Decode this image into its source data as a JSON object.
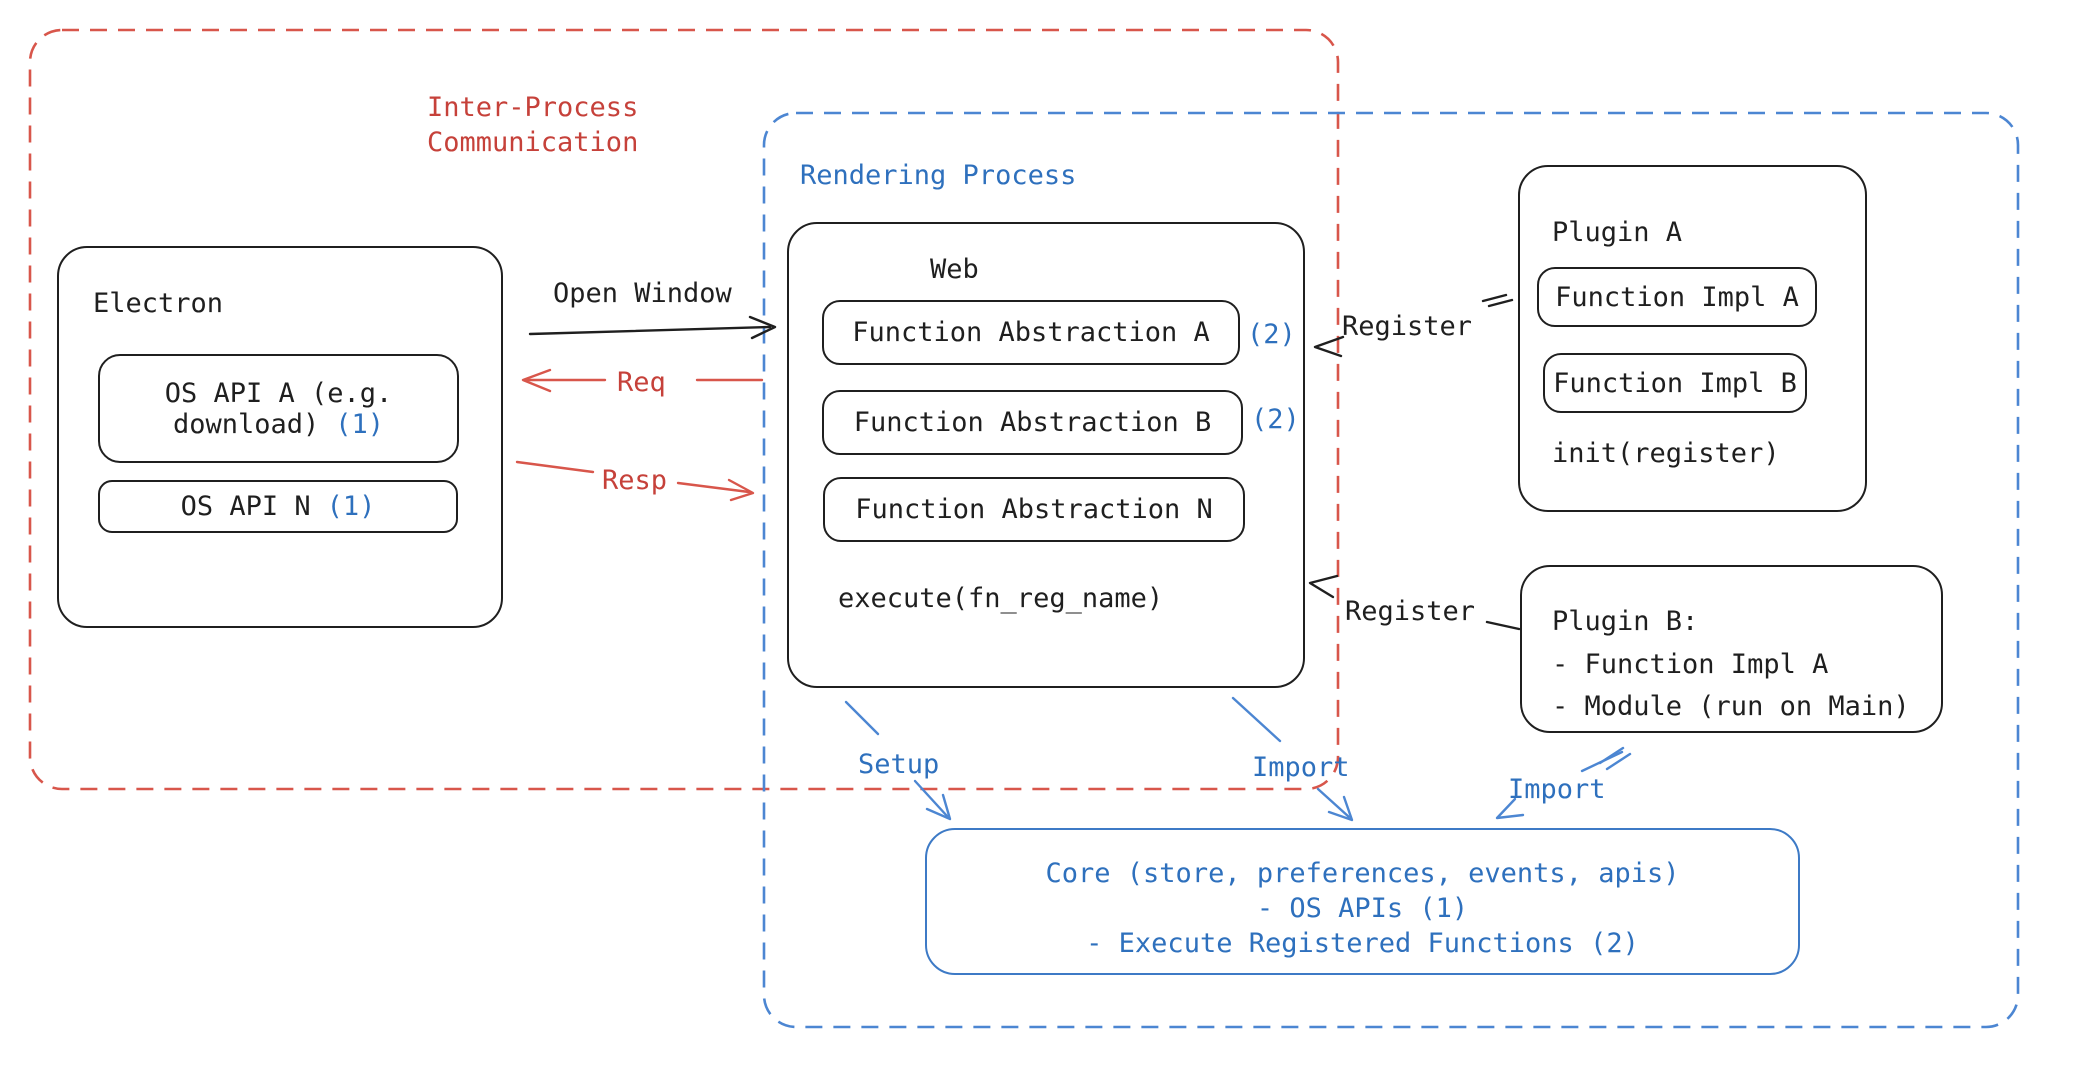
{
  "colors": {
    "ink": "#1f1f1f",
    "red": "#d8564b",
    "red_text": "#c6413a",
    "blue": "#4c86d2",
    "blue_text": "#2e70bd",
    "core_border": "#3d7ac6",
    "background": "#ffffff"
  },
  "ipc": {
    "line1": "Inter-Process",
    "line2": "Communication"
  },
  "rendering": {
    "label": "Rendering Process"
  },
  "electron": {
    "title": "Electron",
    "os_api_a_line1": "OS API A (e.g.",
    "os_api_a_line2": "download)",
    "os_api_a_badge": "(1)",
    "os_api_n_label": "OS API N",
    "os_api_n_badge": "(1)"
  },
  "arrows": {
    "open_window": "Open Window",
    "req": "Req",
    "resp": "Resp",
    "register_a": "Register",
    "register_b": "Register",
    "setup": "Setup",
    "import_web": "Import",
    "import_plugin": "Import"
  },
  "web": {
    "title": "Web",
    "fa_a": "Function Abstraction A",
    "fa_a_badge": "(2)",
    "fa_b": "Function Abstraction B",
    "fa_b_badge": "(2)",
    "fa_n": "Function Abstraction N",
    "execute": "execute(fn_reg_name)"
  },
  "plugin_a": {
    "title": "Plugin A",
    "impl_a": "Function Impl A",
    "impl_b": "Function Impl B",
    "init": "init(register)"
  },
  "plugin_b": {
    "line1": "Plugin B:",
    "line2": "- Function Impl A",
    "line3": "- Module (run on Main)"
  },
  "core": {
    "line1": "Core (store, preferences, events, apis)",
    "line2": "- OS APIs (1)",
    "line3": "- Execute Registered Functions (2)"
  }
}
